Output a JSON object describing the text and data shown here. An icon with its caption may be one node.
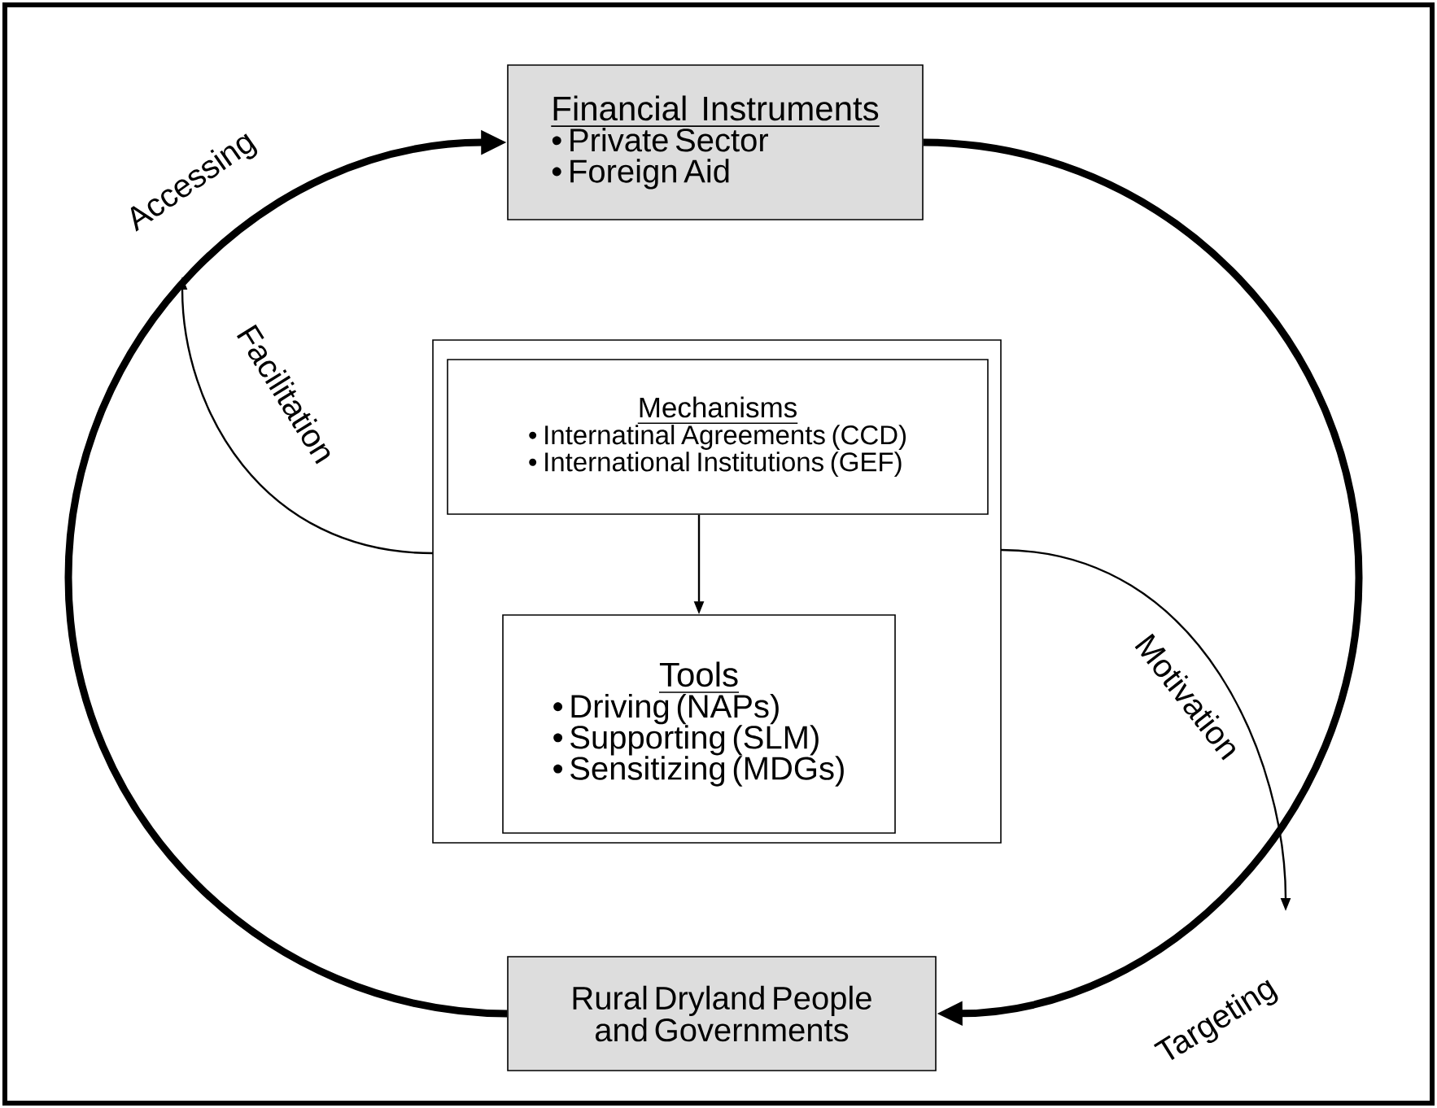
{
  "diagram": {
    "nodes": [
      {
        "text": [
          "Financial Instruments",
          "• Private Sector",
          "• Foreign Aid"
        ]
      },
      {
        "text": [],
        "shape": "box"
      },
      {
        "text": [
          "Mechanisms",
          "• Internatinal Agreements (CCD)",
          "• International Institutions (GEF)"
        ],
        "in": 1
      },
      {
        "text": [
          "Tools",
          "• Driving (NAPs)",
          "• Supporting (SLM)",
          "• Sensitizing (MDGs)"
        ],
        "in": 1
      },
      {
        "text": [
          "Rural Dryland People and Governments"
        ]
      }
    ],
    "edges": [
      {
        "from": 4,
        "to": 0,
        "arrow": "to",
        "label": "Accessing",
        "style": "thick"
      },
      {
        "from": 0,
        "to": 4,
        "arrow": "to",
        "label": "Targeting",
        "style": "thick"
      },
      {
        "from": 2,
        "to": 3,
        "arrow": "to"
      },
      {
        "from": 1,
        "to": null,
        "arrow": "to",
        "label": "Facilitation"
      },
      {
        "from": 1,
        "to": null,
        "arrow": "to",
        "label": "Motivation"
      }
    ]
  }
}
